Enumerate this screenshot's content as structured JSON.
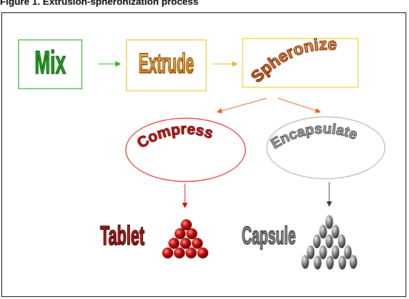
{
  "caption": "Figure 1. Extrusion-spheronization process",
  "steps": {
    "mix": "Mix",
    "extrude": "Extrude",
    "spheronize": "Spheronize",
    "compress": "Compress",
    "encapsulate": "Encapsulate",
    "tablet": "Tablet",
    "capsule": "Capsule"
  },
  "colors": {
    "mix": "#1a9a1a",
    "extrude": "#f0a020",
    "spheronize": "#e86010",
    "compress": "#cc1010",
    "encapsulate": "#8a8a8a",
    "tablet": "#b01010",
    "capsule": "#707070"
  }
}
